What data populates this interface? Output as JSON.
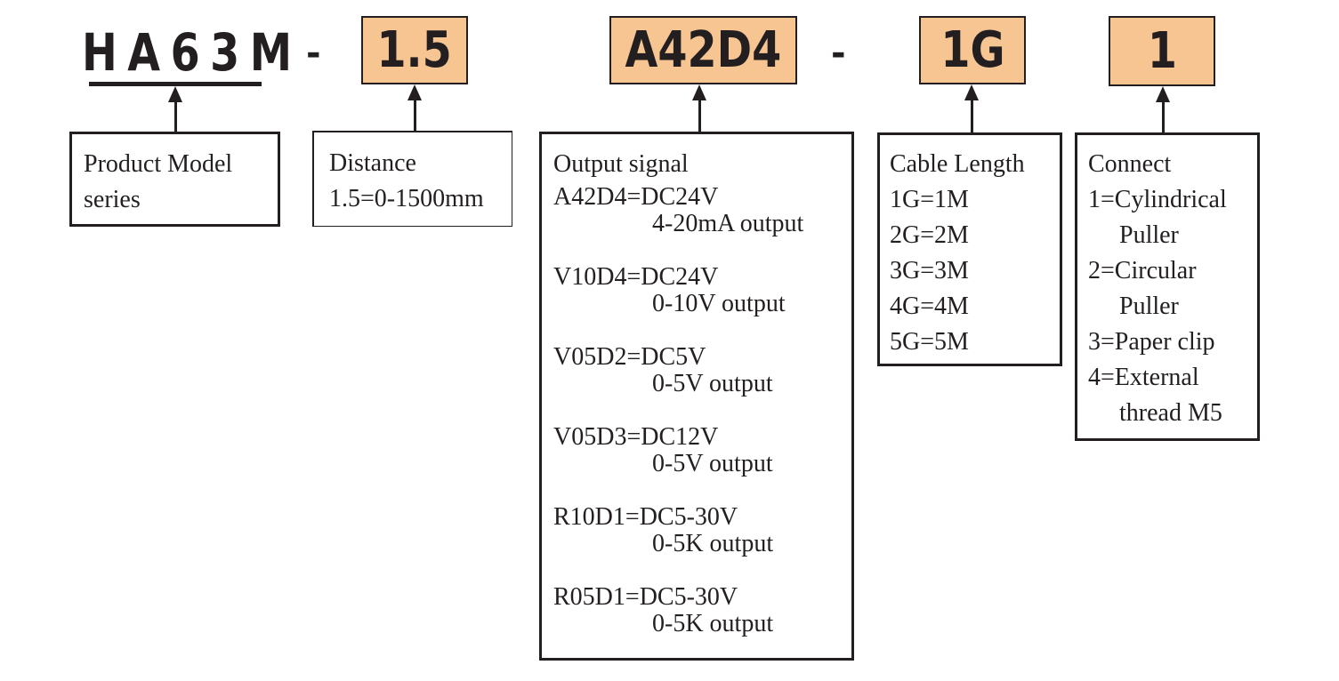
{
  "code": {
    "series": "HA63M",
    "sep1": "-",
    "distance": "1.5",
    "output": "A42D4",
    "sep2": "-",
    "cable": "1G",
    "connect": "1"
  },
  "product_model": {
    "title": "Product Model",
    "line2": "series"
  },
  "distance": {
    "title": "Distance",
    "line2": "1.5=0-1500mm"
  },
  "output_signal": {
    "title": "Output signal",
    "entries": [
      {
        "code": "A42D4=DC24V",
        "desc": "4-20mA output"
      },
      {
        "code": "V10D4=DC24V",
        "desc": "0-10V output"
      },
      {
        "code": "V05D2=DC5V",
        "desc": "0-5V output"
      },
      {
        "code": "V05D3=DC12V",
        "desc": "0-5V output"
      },
      {
        "code": "R10D1=DC5-30V",
        "desc": "0-5K output"
      },
      {
        "code": "R05D1=DC5-30V",
        "desc": "0-5K output"
      }
    ]
  },
  "cable_length": {
    "title": "Cable Length",
    "items": [
      "1G=1M",
      "2G=2M",
      "3G=3M",
      "4G=4M",
      "5G=5M"
    ]
  },
  "connect": {
    "title": "Connect",
    "lines": [
      "1=Cylindrical",
      "Puller",
      "2=Circular",
      "Puller",
      "3=Paper clip",
      "4=External",
      "thread M5"
    ]
  },
  "colors": {
    "code_box_fill": "#f7c591",
    "ink": "#231f20"
  }
}
